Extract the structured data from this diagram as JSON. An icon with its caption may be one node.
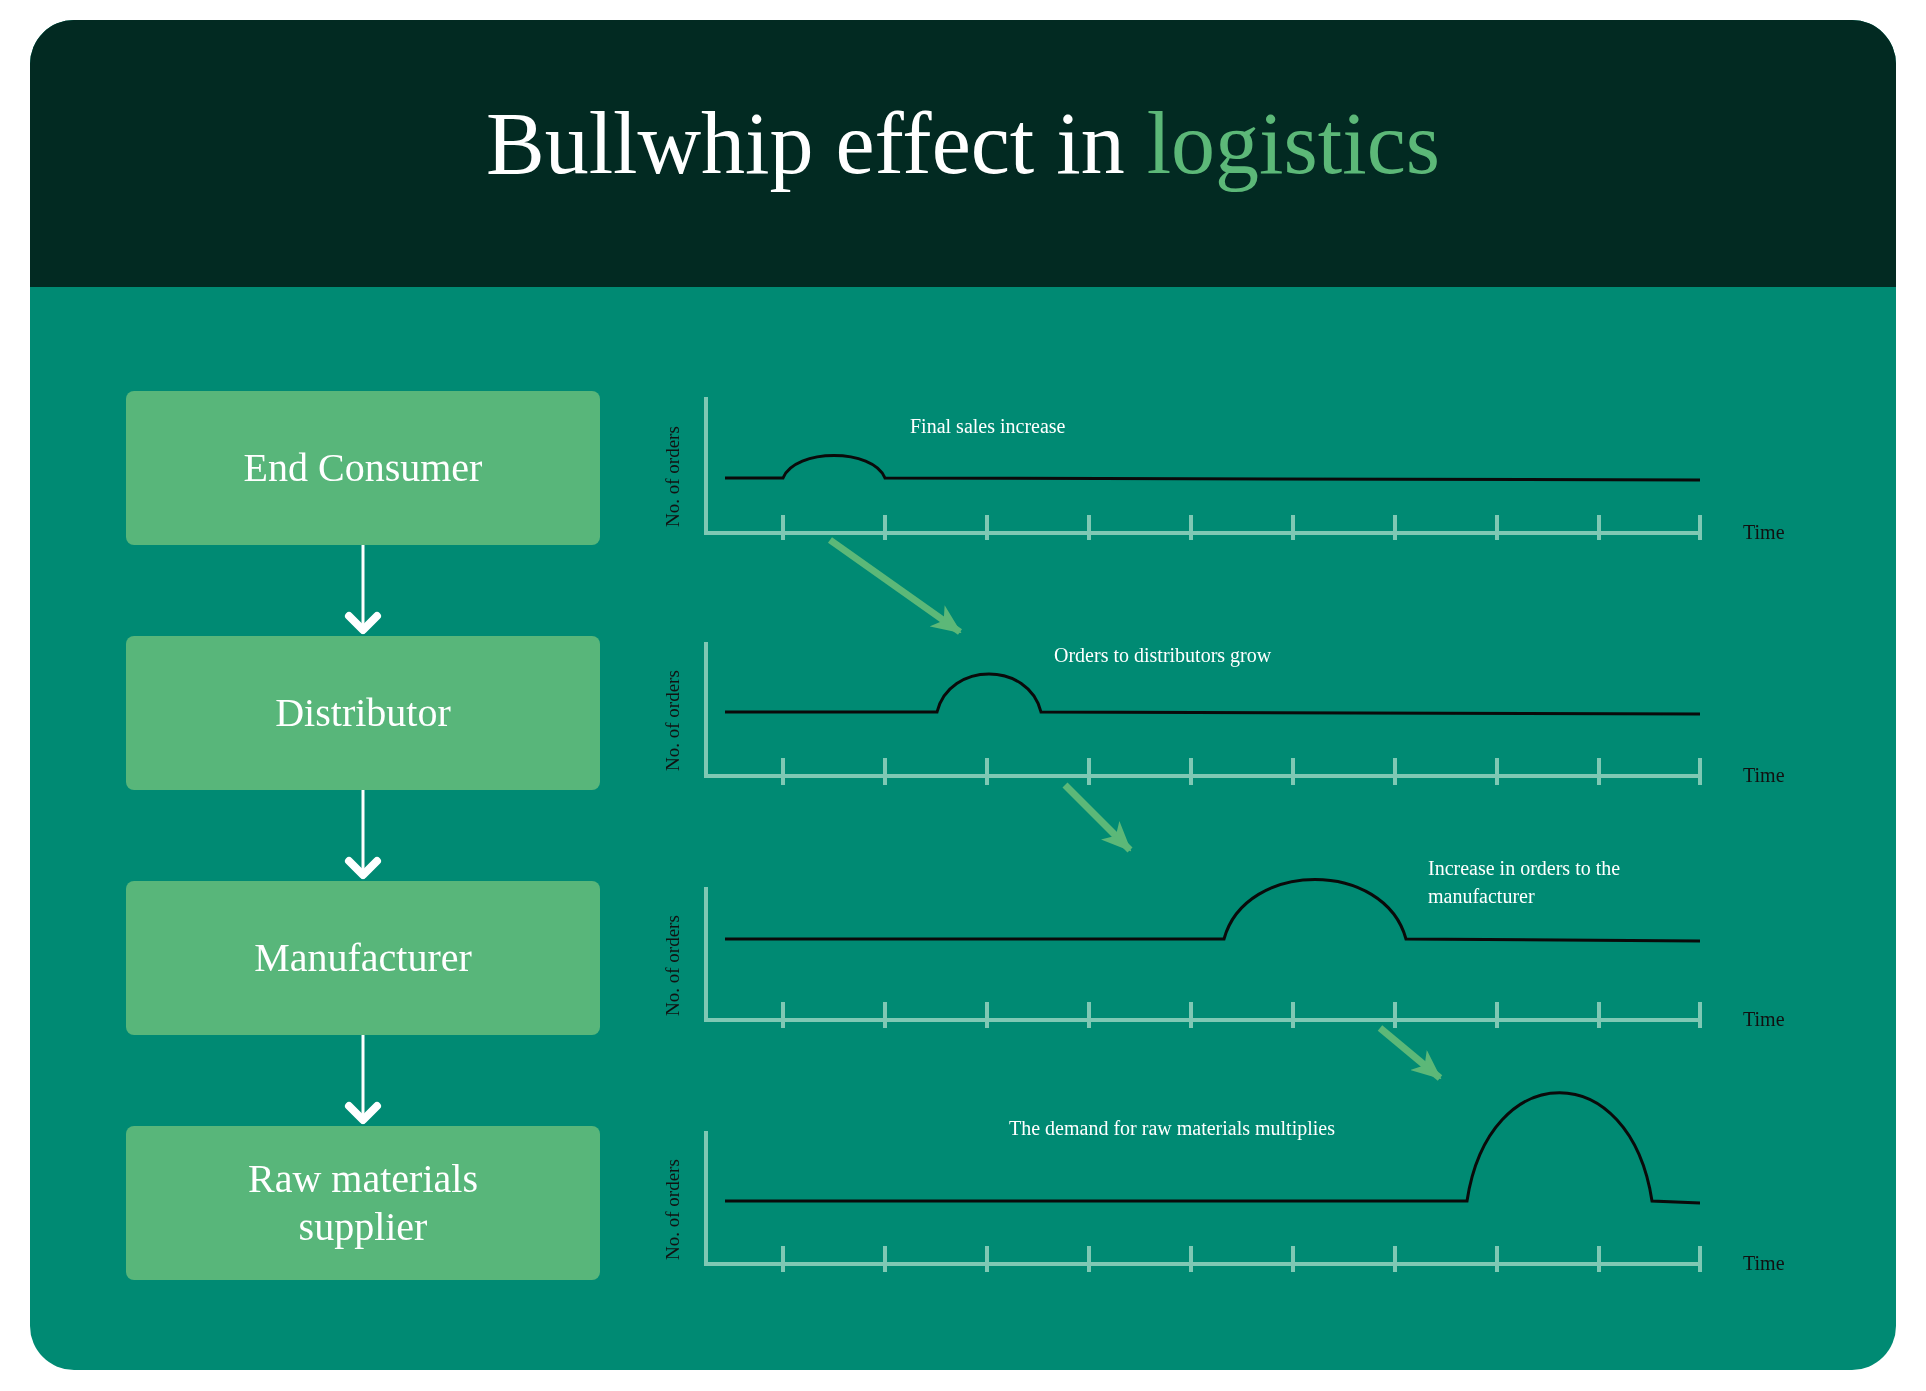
{
  "diagram": {
    "title": "Bullwhip effect in logistics",
    "nodes": [
      {
        "text": [
          "End Consumer"
        ]
      },
      {
        "text": [
          "Distributor"
        ]
      },
      {
        "text": [
          "Manufacturer"
        ]
      },
      {
        "text": [
          "Raw materials supplier"
        ]
      },
      {
        "text": [
          "Final sales increase",
          "No. of orders",
          "Time"
        ]
      },
      {
        "text": [
          "Orders to distributors grow",
          "No. of orders",
          "Time"
        ]
      },
      {
        "text": [
          "Increase in orders to the manufacturer",
          "No. of orders",
          "Time"
        ]
      },
      {
        "text": [
          "The demand for raw materials multiplies",
          "No. of orders",
          "Time"
        ]
      }
    ],
    "edges": [
      {
        "from": 0,
        "to": 1,
        "arrow": "to"
      },
      {
        "from": 1,
        "to": 2,
        "arrow": "to"
      },
      {
        "from": 2,
        "to": 3,
        "arrow": "to"
      },
      {
        "from": 4,
        "to": 5,
        "arrow": "to",
        "style": "thick",
        "color": "#5cb878"
      },
      {
        "from": 5,
        "to": 6,
        "arrow": "to",
        "style": "thick",
        "color": "#5cb878"
      },
      {
        "from": 6,
        "to": 7,
        "arrow": "to",
        "style": "thick",
        "color": "#5cb878"
      }
    ]
  }
}
